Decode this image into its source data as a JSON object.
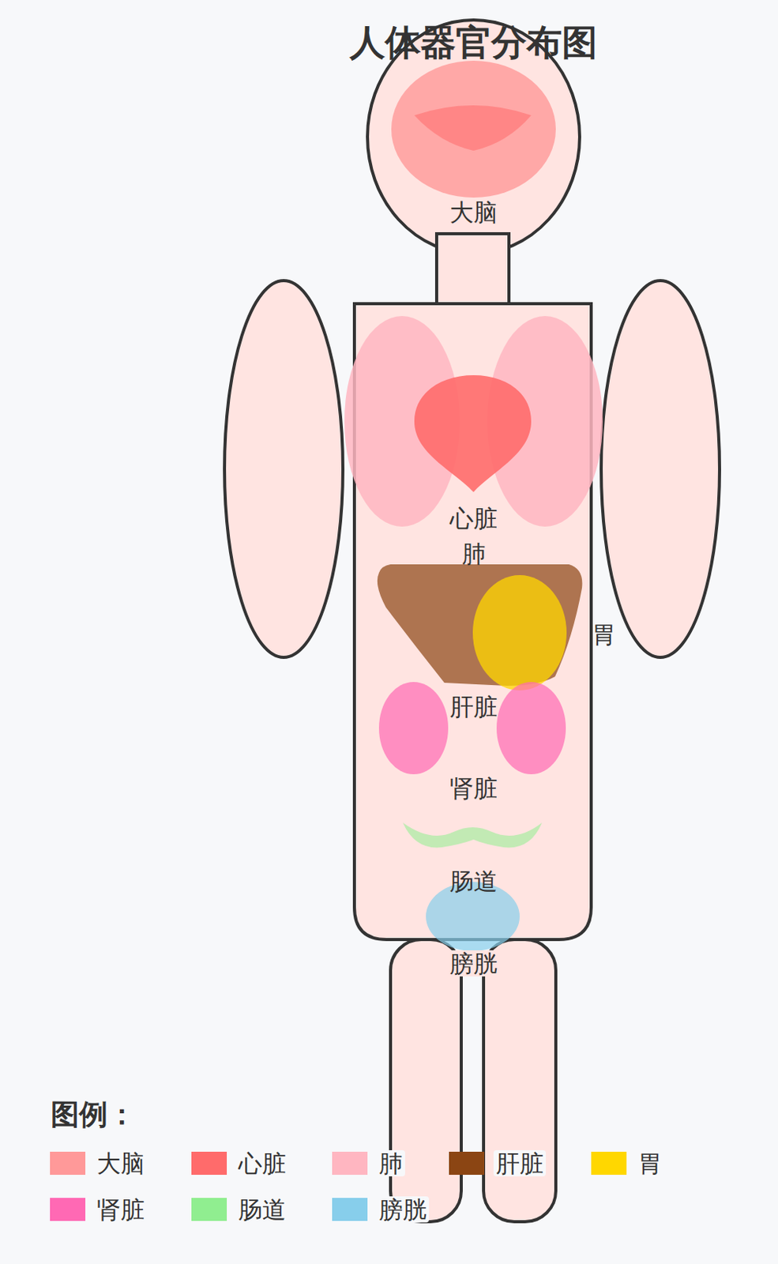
{
  "diagram": {
    "title": "人体器官分布图",
    "labels": [
      "大脑",
      "心脏",
      "肺",
      "胃",
      "肝脏",
      "肾脏",
      "肠道",
      "膀胱",
      "图例："
    ],
    "legend": [
      {
        "text": "大脑",
        "color": "#ff9999"
      },
      {
        "text": "心脏",
        "color": "#ff6b6b"
      },
      {
        "text": "肺",
        "color": "#ffb6c1"
      },
      {
        "text": "肝脏",
        "color": "#8b4513"
      },
      {
        "text": "胃",
        "color": "#ffd700"
      },
      {
        "text": "肾脏",
        "color": "#ff69b4"
      },
      {
        "text": "肠道",
        "color": "#90ee90"
      },
      {
        "text": "膀胱",
        "color": "#87ceeb"
      }
    ]
  }
}
